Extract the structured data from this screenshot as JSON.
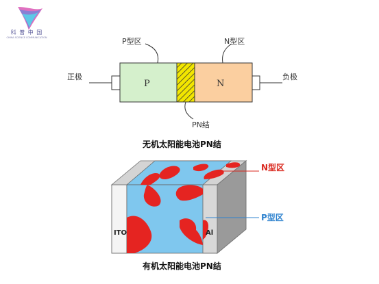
{
  "logo": {
    "text": "科 普 中 国",
    "subtitle": "CHINA SCIENCE COMMUNICATION",
    "icon": "butterfly-wing-icon"
  },
  "inorganic": {
    "caption": "无机太阳能电池PN结",
    "left_electrode": "正极",
    "right_electrode": "负极",
    "p_region_label": "P型区",
    "n_region_label": "N型区",
    "p_letter": "P",
    "n_letter": "N",
    "junction_label": "PN结"
  },
  "organic": {
    "caption": "有机太阳能电池PN结",
    "ito_label": "ITO",
    "al_label": "Al",
    "n_region_label": "N型区",
    "p_region_label": "P型区"
  },
  "colors": {
    "p_region": "#d5f0cc",
    "n_region": "#fbcfa0",
    "junction": "#f2e600",
    "organic_p": "#7fc7ee",
    "organic_n": "#e52421",
    "n_label": "#d9261c",
    "p_label": "#2f83cf"
  }
}
